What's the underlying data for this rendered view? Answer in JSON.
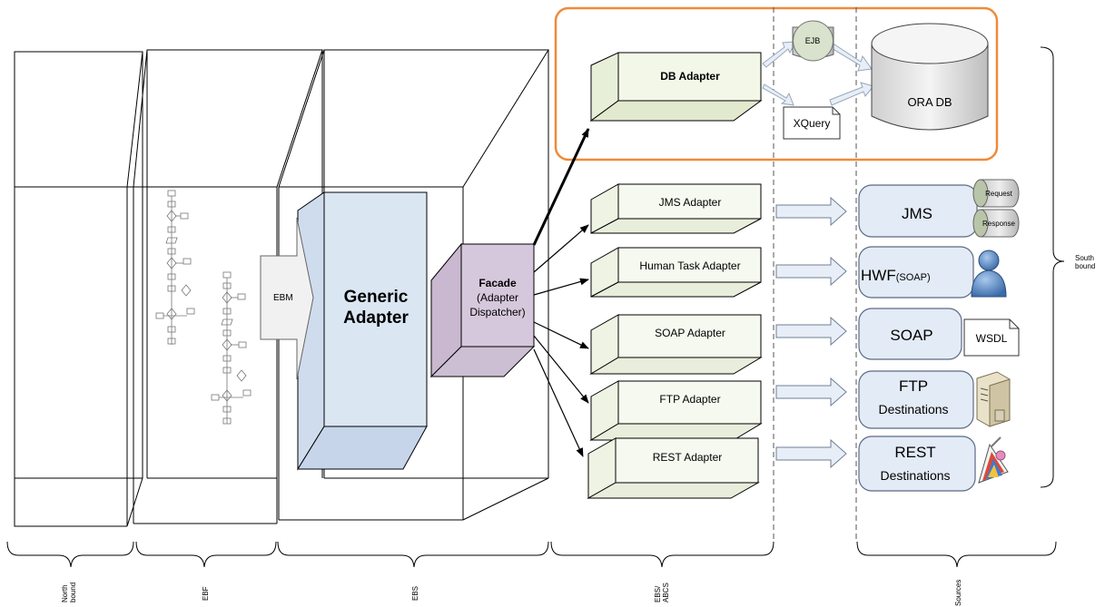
{
  "core": {
    "ebm": "EBM",
    "generic_line1": "Generic",
    "generic_line2": "Adapter",
    "facade_line1": "Facade",
    "facade_line2": "(Adapter",
    "facade_line3": "Dispatcher)"
  },
  "adapters": {
    "db": "DB Adapter",
    "jms": "JMS Adapter",
    "human_task": "Human Task Adapter",
    "soap": "SOAP Adapter",
    "ftp": "FTP Adapter",
    "rest": "REST Adapter"
  },
  "middle": {
    "ejb": "EJB",
    "xquery": "XQuery"
  },
  "targets": {
    "ora_db": "ORA DB",
    "jms": "JMS",
    "request": "Request",
    "response": "Response",
    "hwf": "HWF",
    "hwf_sub": "(SOAP)",
    "soap": "SOAP",
    "wsdl": "WSDL",
    "ftp_line1": "FTP",
    "ftp_line2": "Destinations",
    "rest_line1": "REST",
    "rest_line2": "Destinations"
  },
  "braces": {
    "south_line1": "South",
    "south_line2": "bound",
    "north_line1": "North",
    "north_line2": "bound",
    "ebf": "EBF",
    "ebs": "EBS",
    "ebs_abcs_line1": "EBS/",
    "ebs_abcs_line2": "ABCS",
    "sources": "Sources"
  },
  "colors": {
    "highlight_border": "#f08a3a",
    "generic_fill": "#dbe6f3",
    "facade_fill": "#d6c8dc",
    "adapter_fill": "#f2f7e8",
    "target_fill": "#e3ebf6",
    "arrow_fill": "#e7eef7"
  }
}
